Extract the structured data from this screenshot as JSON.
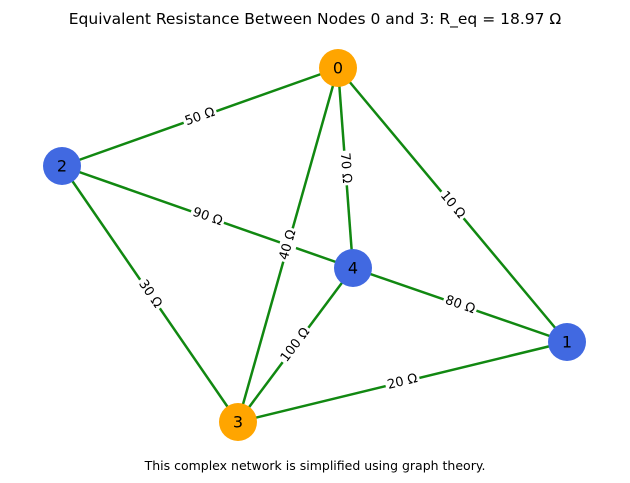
{
  "title": "Equivalent Resistance Between Nodes 0 and 3: R_eq = 18.97 Ω",
  "caption": "This complex network is simplified using graph theory.",
  "colors": {
    "edge": "#118811",
    "node_endpoint": "#ffa500",
    "node_default": "#4169e1"
  },
  "nodes": [
    {
      "id": "0",
      "role": "endpoint"
    },
    {
      "id": "1",
      "role": "default"
    },
    {
      "id": "2",
      "role": "default"
    },
    {
      "id": "3",
      "role": "endpoint"
    },
    {
      "id": "4",
      "role": "default"
    }
  ],
  "edges": [
    {
      "from": "0",
      "to": "2",
      "label": "50 Ω"
    },
    {
      "from": "0",
      "to": "4",
      "label": "70 Ω"
    },
    {
      "from": "0",
      "to": "1",
      "label": "10 Ω"
    },
    {
      "from": "0",
      "to": "3",
      "label": "40 Ω"
    },
    {
      "from": "2",
      "to": "4",
      "label": "90 Ω"
    },
    {
      "from": "2",
      "to": "3",
      "label": "30 Ω"
    },
    {
      "from": "4",
      "to": "1",
      "label": "80 Ω"
    },
    {
      "from": "4",
      "to": "3",
      "label": "100 Ω"
    },
    {
      "from": "3",
      "to": "1",
      "label": "20 Ω"
    }
  ]
}
